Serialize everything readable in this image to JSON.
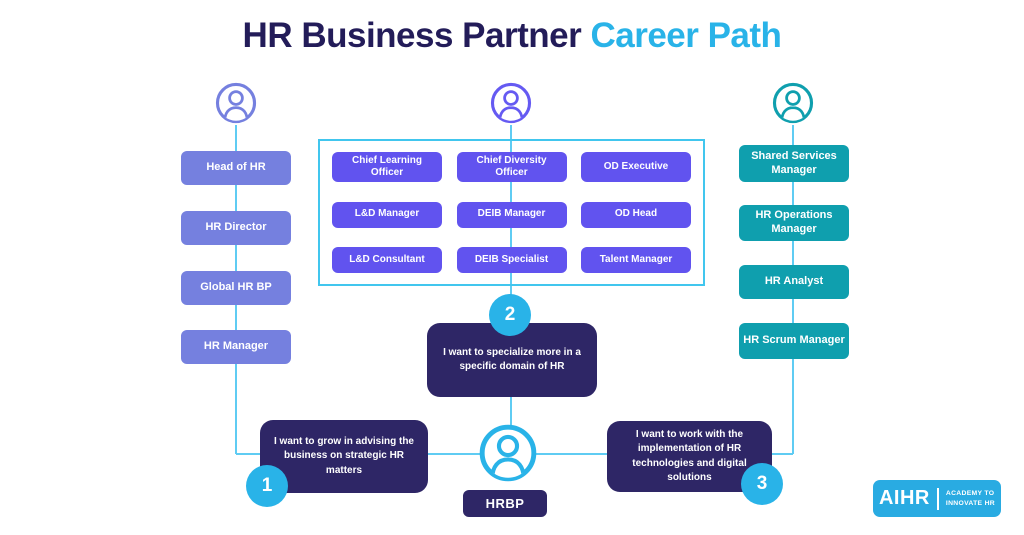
{
  "title": {
    "main": "HR Business Partner",
    "accent": "Career Path"
  },
  "tracks": {
    "left": {
      "roles": [
        "Head of HR",
        "HR Director",
        "Global HR BP",
        "HR Manager"
      ]
    },
    "middle": {
      "roles": [
        "Chief Learning Officer",
        "Chief Diversity Officer",
        "OD Executive",
        "L&D Manager",
        "DEIB Manager",
        "OD Head",
        "L&D Consultant",
        "DEIB Specialist",
        "Talent Manager"
      ]
    },
    "right": {
      "roles": [
        "Shared Services Manager",
        "HR Operations Manager",
        "HR Analyst",
        "HR Scrum Manager"
      ]
    }
  },
  "callouts": [
    {
      "number": "1",
      "text": "I want to grow in advising the business on strategic HR matters"
    },
    {
      "number": "2",
      "text": "I want to specialize more in a specific domain of HR"
    },
    {
      "number": "3",
      "text": "I want to work with the implementation of HR technologies and digital solutions"
    }
  ],
  "hrbp": {
    "label": "HRBP"
  },
  "logo": {
    "name": "AIHR",
    "tagline_line1": "ACADEMY TO",
    "tagline_line2": "INNOVATE HR"
  },
  "colors": {
    "title_navy": "#231c59",
    "accent_cyan": "#29b3e8",
    "periwinkle": "#7580df",
    "purple": "#6153ef",
    "teal": "#0f9fae",
    "dark_indigo": "#2e2666",
    "connector_cyan": "#5fccf3",
    "panel_border_cyan": "#41c6ee",
    "logo_blue": "#29abe2"
  }
}
